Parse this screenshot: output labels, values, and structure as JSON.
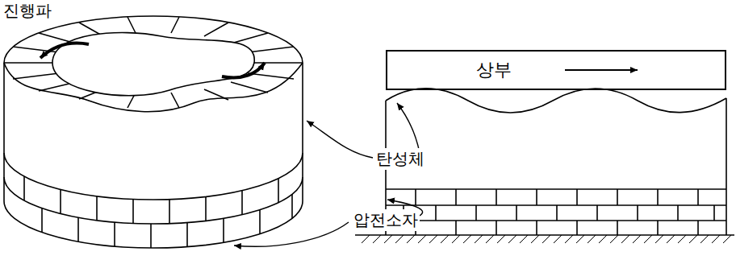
{
  "diagram": {
    "nodes": [
      {
        "text": [
          "상부"
        ]
      }
    ],
    "labels": [
      "진행파",
      "탄성체",
      "압전소자"
    ]
  }
}
